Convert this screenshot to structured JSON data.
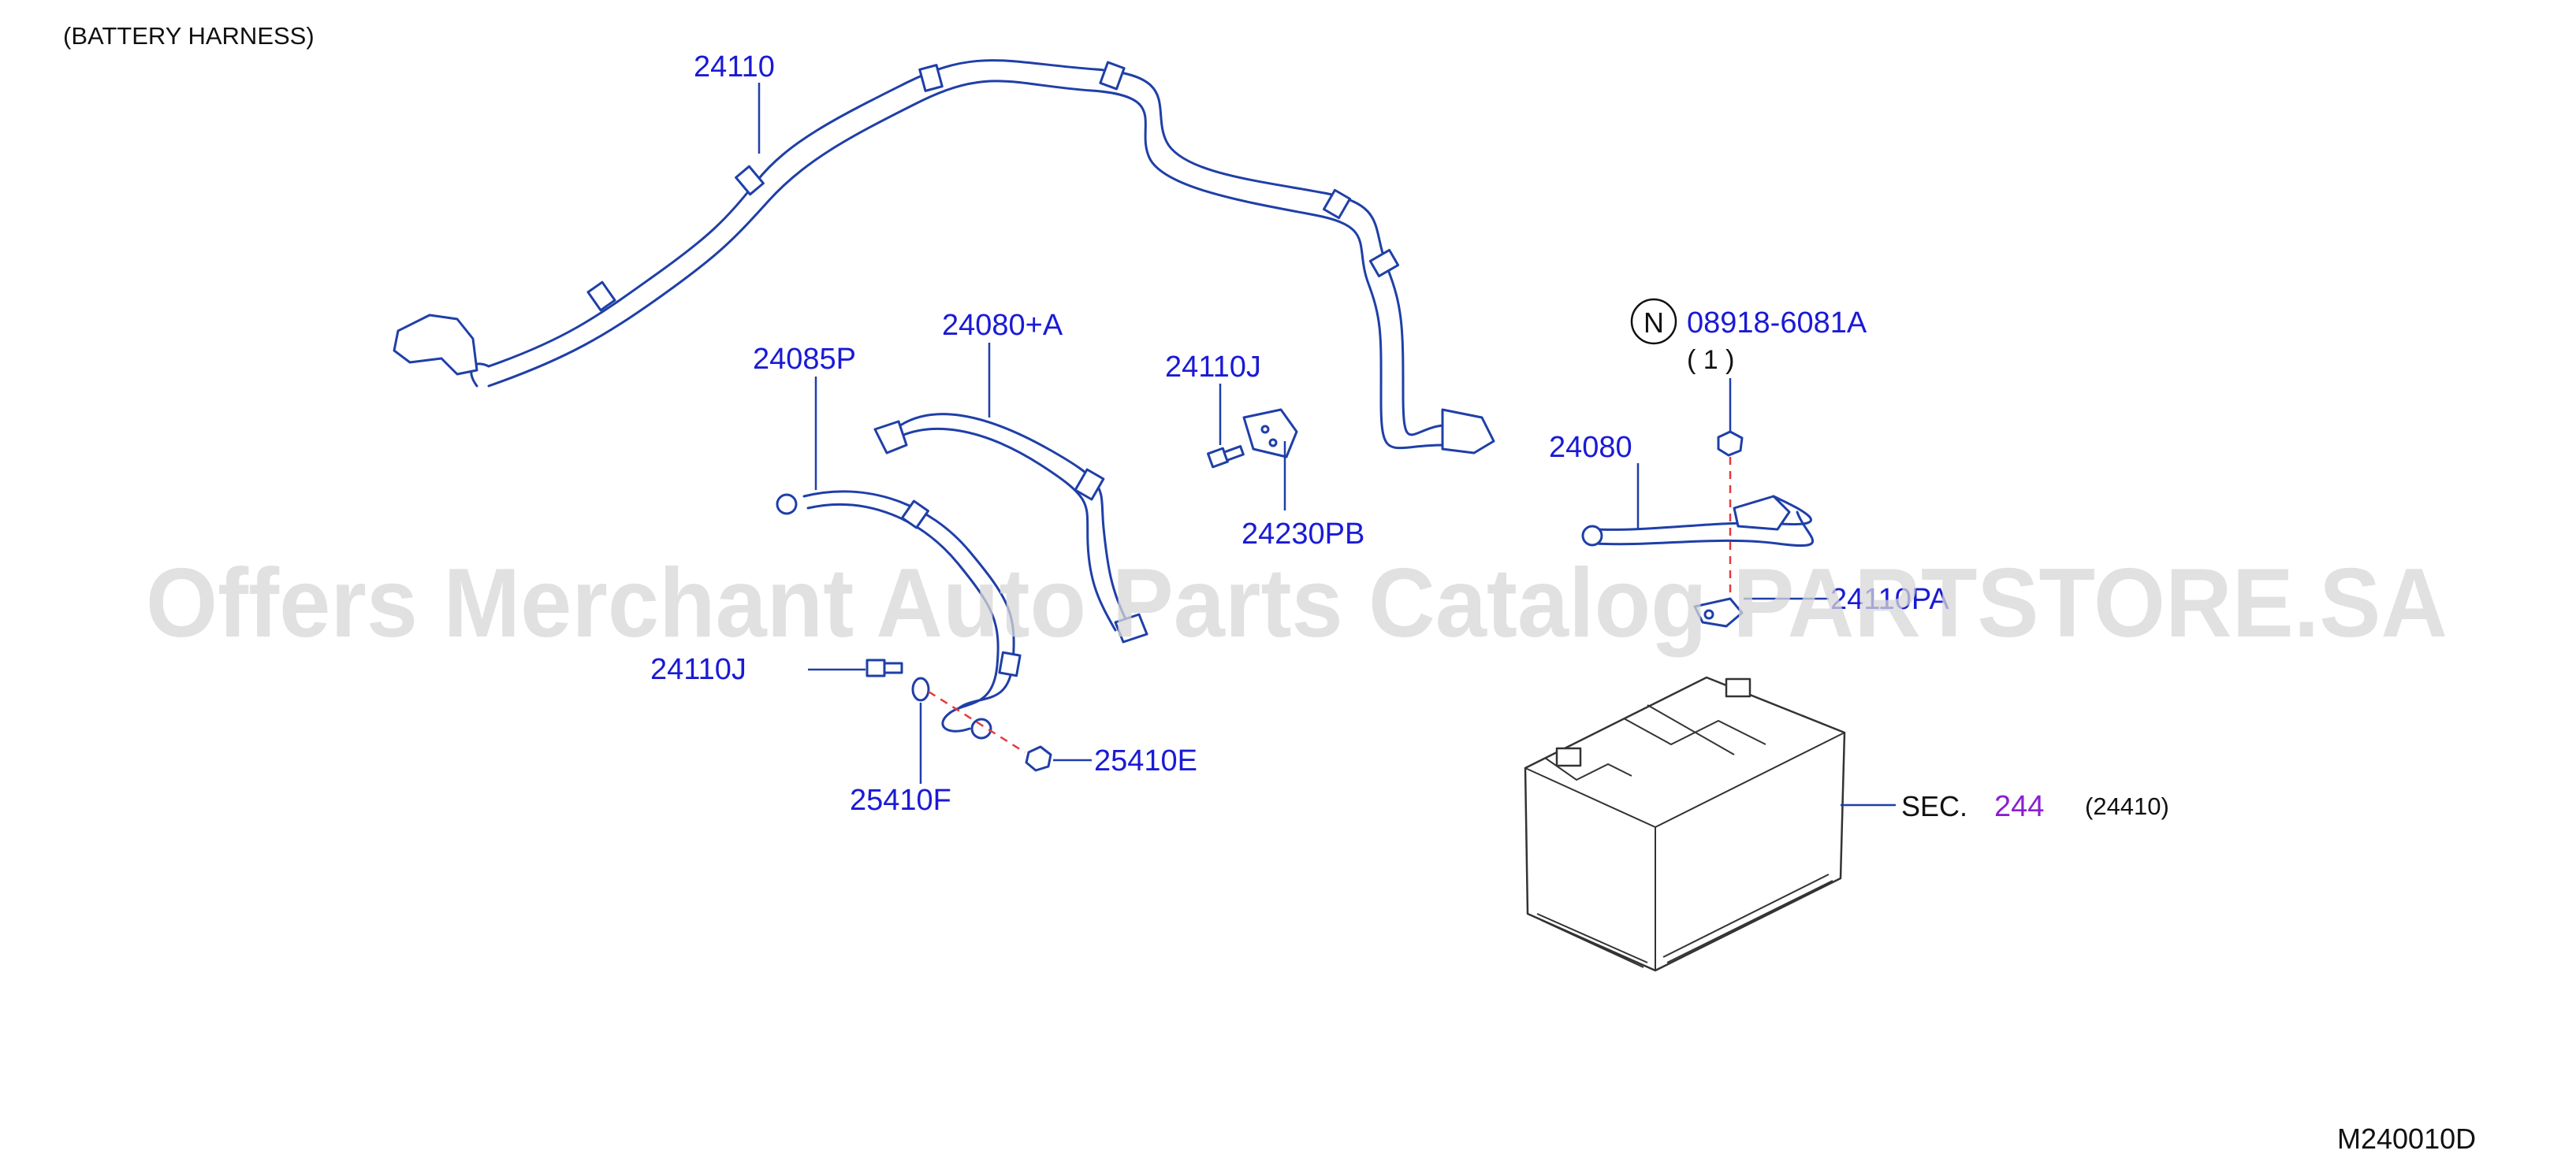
{
  "section_title": "(BATTERY   HARNESS)",
  "diagram_code": "M240010D",
  "watermark": "Offers Merchant Auto Parts Catalog PARTSTORE.SA",
  "callouts": {
    "harness": "24110",
    "cable_a": "24080+A",
    "cable_p": "24085P",
    "bolt_top": "24110J",
    "bracket": "24230PB",
    "cable_b": "24080",
    "clip": "24110PA",
    "bolt_bottom": "24110J",
    "washer": "25410F",
    "nut": "25410E"
  },
  "note": {
    "symbol": "N",
    "part_number": "08918-6081A",
    "quantity": "(   1   )"
  },
  "battery_ref": {
    "sec_label": "SEC.",
    "sec_number": "244",
    "sec_part": "(24410)"
  }
}
